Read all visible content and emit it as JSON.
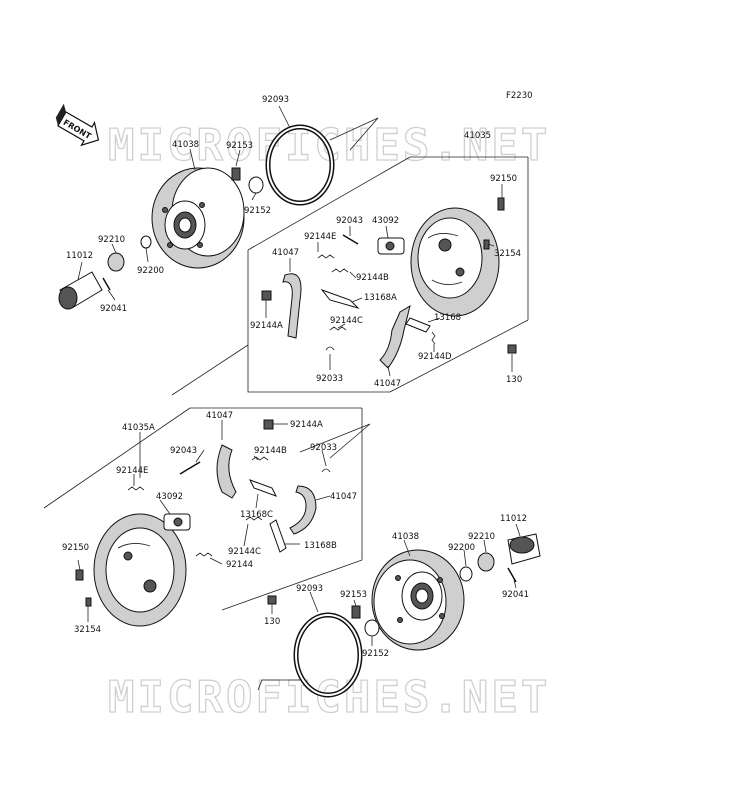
{
  "diagram_code": "F2230",
  "front_label": "FRONT",
  "watermark": "MICROFICHES.NET",
  "parts": {
    "p92093_top": "92093",
    "p41038_top": "41038",
    "p92153_top": "92153",
    "p92152_top": "92152",
    "p92210_top": "92210",
    "p92200_top": "92200",
    "p11012_top": "11012",
    "p92041_top": "92041",
    "p41035": "41035",
    "p92150_top": "92150",
    "p32154_top": "32154",
    "p92043_top": "92043",
    "p43092_top": "43092",
    "p92144E_top": "92144E",
    "p41047_top_a": "41047",
    "p92144B_top": "92144B",
    "p13168A": "13168A",
    "p92144A_top": "92144A",
    "p92144C_top": "92144C",
    "p13168": "13168",
    "p92144D": "92144D",
    "p92033_top": "92033",
    "p41047_top_b": "41047",
    "p130_top": "130",
    "p41035A": "41035A",
    "p41047_bot_a": "41047",
    "p92144A_bot": "92144A",
    "p92043_bot": "92043",
    "p92033_bot": "92033",
    "p92144B_bot": "92144B",
    "p92144E_bot": "92144E",
    "p43092_bot": "43092",
    "p41047_bot_b": "41047",
    "p13168C": "13168C",
    "p92144C_bot": "92144C",
    "p13168B": "13168B",
    "p92144": "92144",
    "p92150_bot": "92150",
    "p32154_bot": "32154",
    "p130_bot": "130",
    "p92093_bot": "92093",
    "p92153_bot": "92153",
    "p41038_bot": "41038",
    "p92210_bot": "92210",
    "p92200_bot": "92200",
    "p11012_bot": "11012",
    "p92041_bot": "92041",
    "p92152_bot": "92152"
  }
}
